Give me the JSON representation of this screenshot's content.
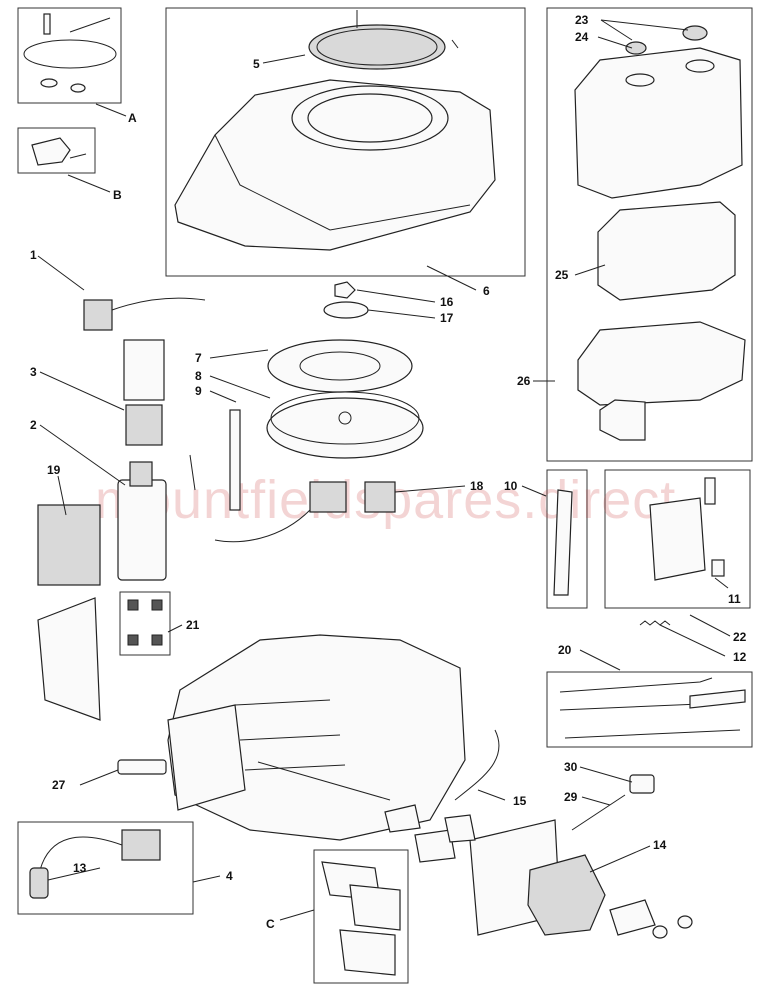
{
  "watermark": "mountfieldspares.direct",
  "labels": {
    "A": "A",
    "B": "B",
    "C": "C",
    "n1": "1",
    "n2": "2",
    "n3": "3",
    "n4": "4",
    "n5": "5",
    "n6": "6",
    "n7": "7",
    "n8": "8",
    "n9": "9",
    "n10": "10",
    "n11": "11",
    "n12": "12",
    "n13": "13",
    "n14": "14",
    "n15": "15",
    "n16": "16",
    "n17": "17",
    "n18": "18",
    "n19": "19",
    "n20": "20",
    "n21": "21",
    "n22": "22",
    "n23": "23",
    "n24": "24",
    "n25": "25",
    "n26": "26",
    "n27": "27",
    "n29": "29",
    "n30": "30"
  }
}
